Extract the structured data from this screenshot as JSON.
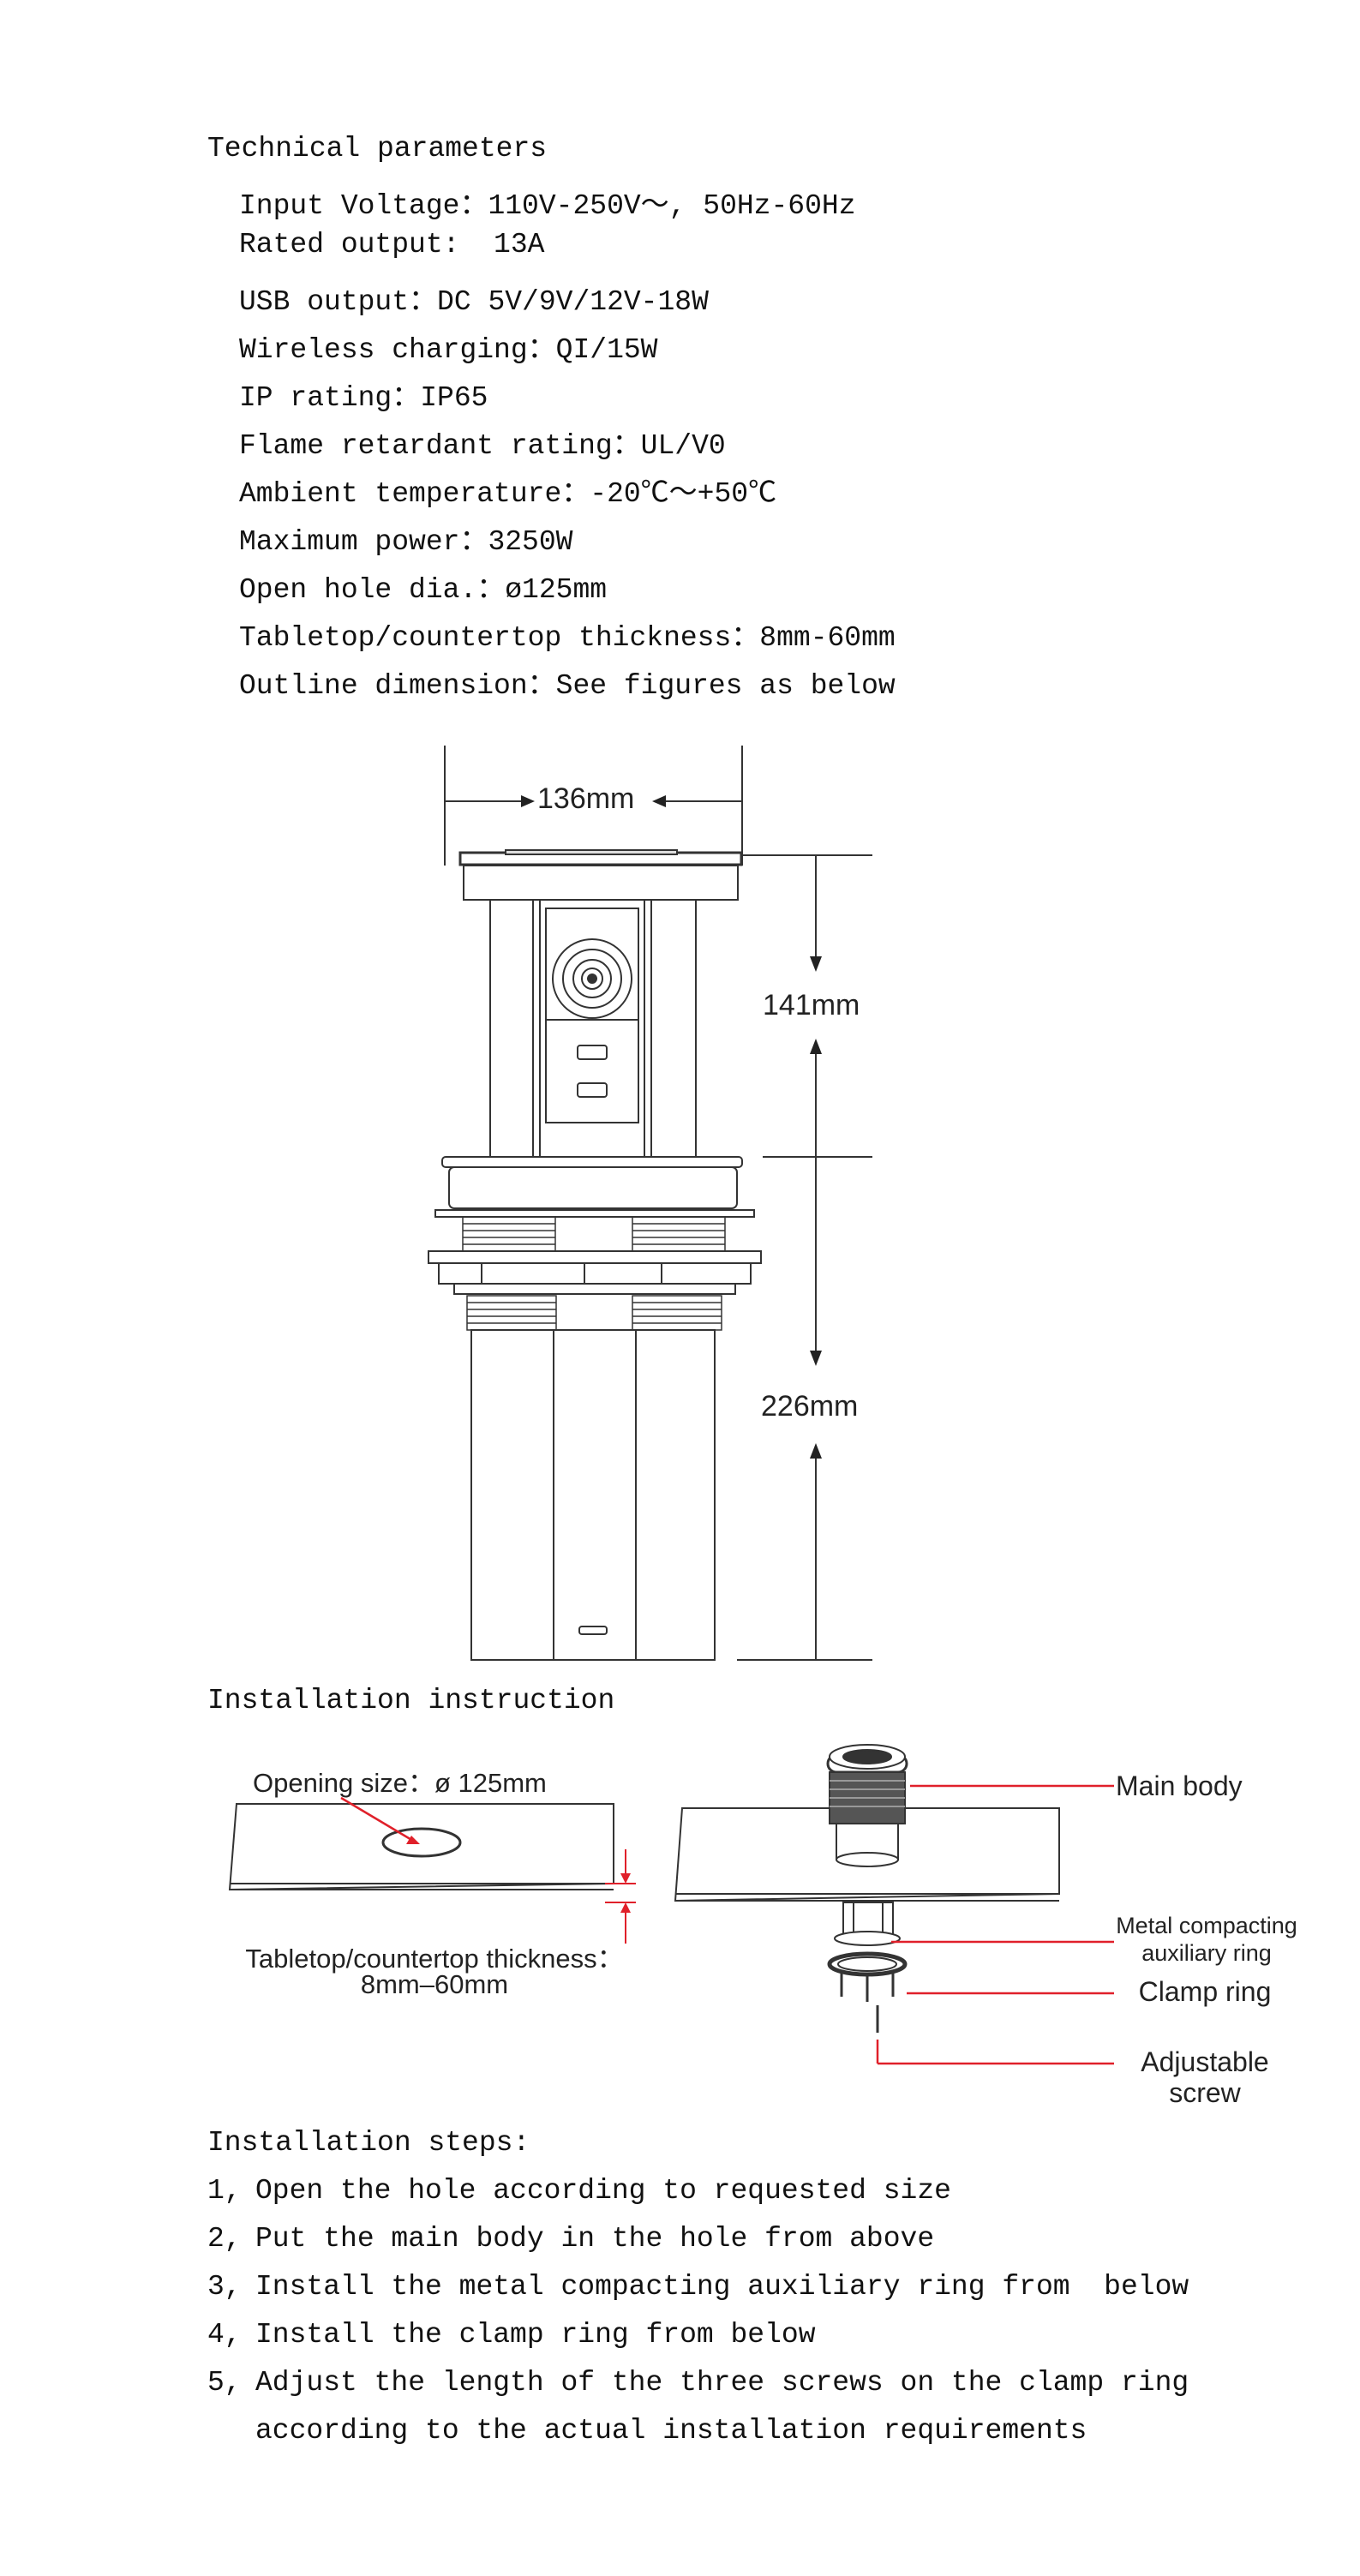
{
  "technical": {
    "title": "Technical parameters",
    "params": [
      "Input Voltage：110V-250V～, 50Hz-60Hz",
      "Rated output:  13A",
      "USB output：DC 5V/9V/12V-18W",
      "Wireless charging：QI/15W",
      "IP rating：IP65",
      "Flame retardant rating：UL/V0",
      "Ambient temperature：-20℃～+50℃",
      "Maximum power：3250W",
      "Open hole dia.：ø125mm",
      "Tabletop/countertop thickness：8mm-60mm",
      "Outline dimension：See figures as below"
    ]
  },
  "dimension_figure": {
    "width_label": "136mm",
    "upper_height_label": "141mm",
    "lower_height_label": "226mm"
  },
  "installation": {
    "title": "Installation instruction",
    "opening_label": "Opening size：ø 125mm",
    "thickness_label_line1": "Tabletop/countertop thickness：",
    "thickness_label_line2": "8mm–60mm",
    "main_body_label": "Main body",
    "metal_ring_line1": "Metal compacting",
    "metal_ring_line2": "auxiliary ring",
    "clamp_ring_label": "Clamp ring",
    "screw_line1": "Adjustable",
    "screw_line2": "screw"
  },
  "steps": {
    "title": "Installation steps:",
    "items": [
      {
        "num": "1,",
        "text": "Open the hole according to requested size"
      },
      {
        "num": "2,",
        "text": "Put the main body in the hole from above"
      },
      {
        "num": "3,",
        "text": "Install the metal compacting auxiliary ring from  below"
      },
      {
        "num": "4,",
        "text": "Install the clamp ring from below"
      },
      {
        "num": "5,",
        "text": "Adjust the length of the three screws on the clamp ring"
      }
    ],
    "continuation": "according to the actual installation requirements"
  }
}
